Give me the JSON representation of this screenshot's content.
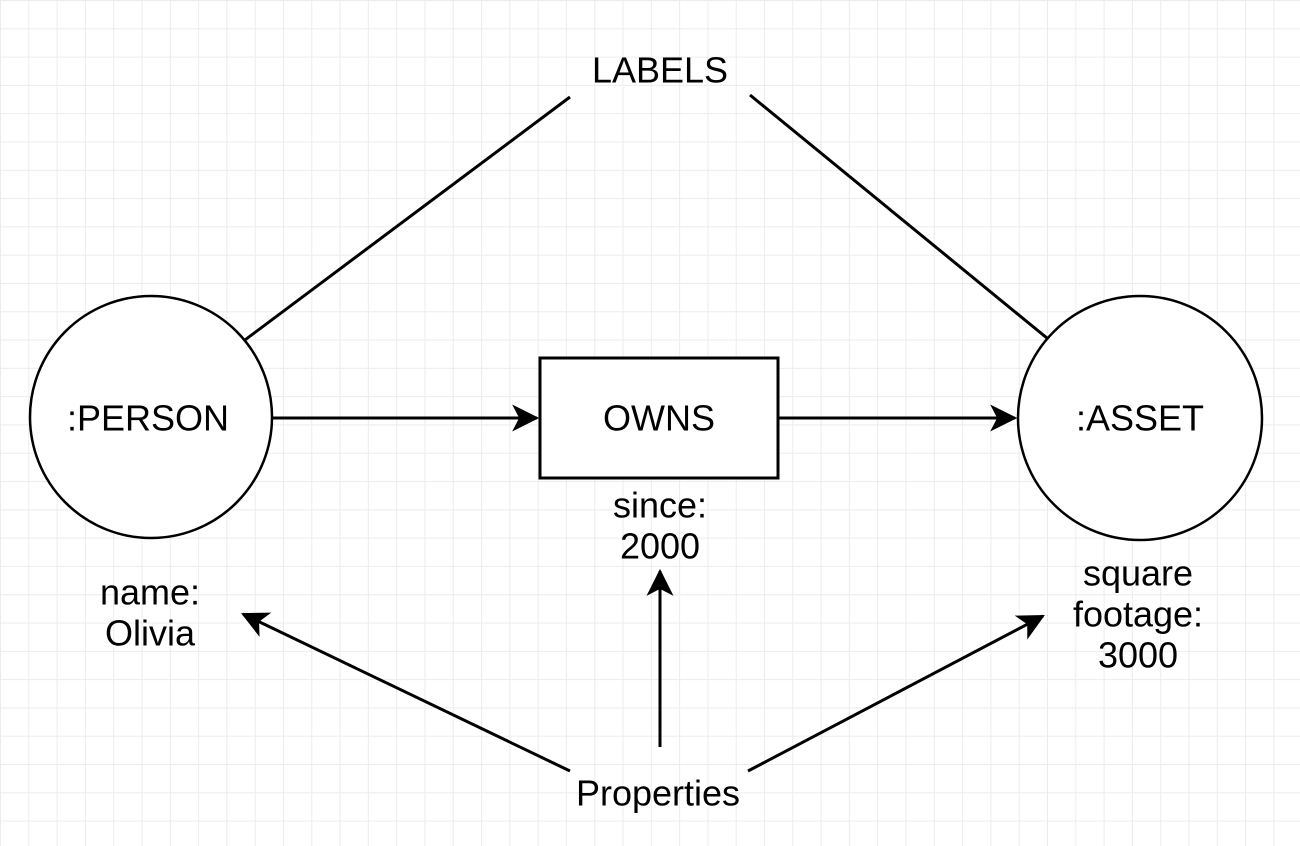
{
  "canvas": {
    "background": "#ffffff",
    "grid_color": "#ececec",
    "stroke_color": "#000000"
  },
  "annotations": {
    "labels_title": "LABELS",
    "properties_title": "Properties"
  },
  "nodes": {
    "person": {
      "label": ":PERSON",
      "shape": "circle"
    },
    "asset": {
      "label": ":ASSET",
      "shape": "circle"
    },
    "owns": {
      "label": "OWNS",
      "shape": "rectangle"
    }
  },
  "properties": {
    "person": {
      "line1": "name:",
      "line2": "Olivia"
    },
    "owns": {
      "line1": "since:",
      "line2": "2000"
    },
    "asset": {
      "line1": "square",
      "line2": "footage:",
      "line3": "3000"
    }
  }
}
